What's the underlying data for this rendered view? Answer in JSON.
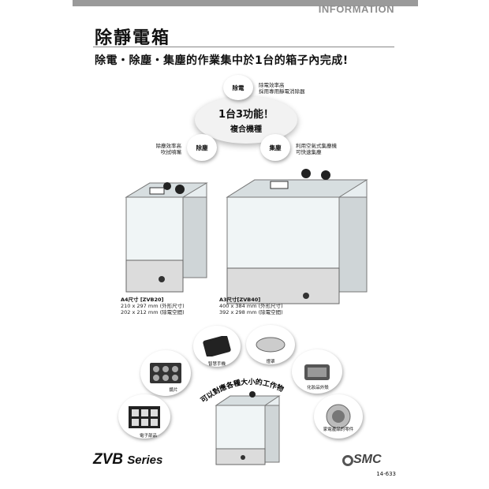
{
  "header": {
    "label": "INFORMATION"
  },
  "title": "除靜電箱",
  "subtitle": "除電・除塵・集塵的作業集中於1台的箱子內完成!",
  "center_badge": {
    "line1": "1台3功能！",
    "line2": "複合機種"
  },
  "functions": [
    {
      "label": "除電",
      "desc": [
        "除電效率高",
        "採用專用靜電消除器"
      ]
    },
    {
      "label": "除塵",
      "desc": [
        "除塵效率高",
        "吹拭噴嘴"
      ]
    },
    {
      "label": "集塵",
      "desc": [
        "利用空氣式集塵機",
        "可快速集塵"
      ]
    }
  ],
  "models": [
    {
      "title": "A4尺寸 [ZVB20]",
      "lines": [
        "210 x 297 mm (外形尺寸)",
        "202 x 212 mm (除電空間)"
      ]
    },
    {
      "title": "A3尺寸[ZVB40]",
      "lines": [
        "400 x 384 mm (外形尺寸)",
        "392 x 298 mm (除電空間)"
      ]
    }
  ],
  "arc_text": "可以對應各種大小的工作物",
  "items": [
    {
      "label": "智慧手機"
    },
    {
      "label": "燈罩"
    },
    {
      "label": "鏡片"
    },
    {
      "label": "化妝品外殼"
    },
    {
      "label": "電子部品"
    },
    {
      "label": "家電產品的零件"
    }
  ],
  "series": {
    "name": "ZVB",
    "suffix": "Series"
  },
  "brand": "SMC",
  "page_number": "14-633"
}
